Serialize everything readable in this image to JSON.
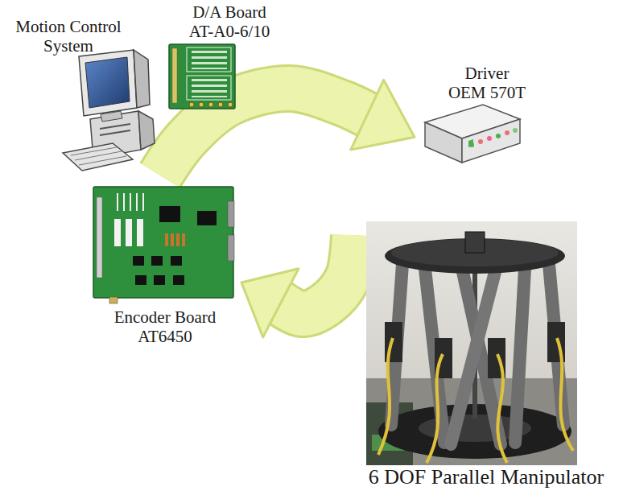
{
  "diagram": {
    "nodes": [
      {
        "text": [
          "D/A Board AT-A0-6/10"
        ]
      },
      {
        "text": [
          "Motion Control System"
        ]
      },
      {
        "text": [
          "Driver OEM 570T"
        ]
      },
      {
        "text": [
          "Encoder Board AT6450"
        ]
      },
      {
        "text": [
          "6 DOF Parallel Manipulator"
        ]
      }
    ],
    "edges": [
      {
        "from": 1,
        "to": 2,
        "arrow": "to"
      },
      {
        "from": 4,
        "to": 3,
        "arrow": "to"
      }
    ]
  }
}
